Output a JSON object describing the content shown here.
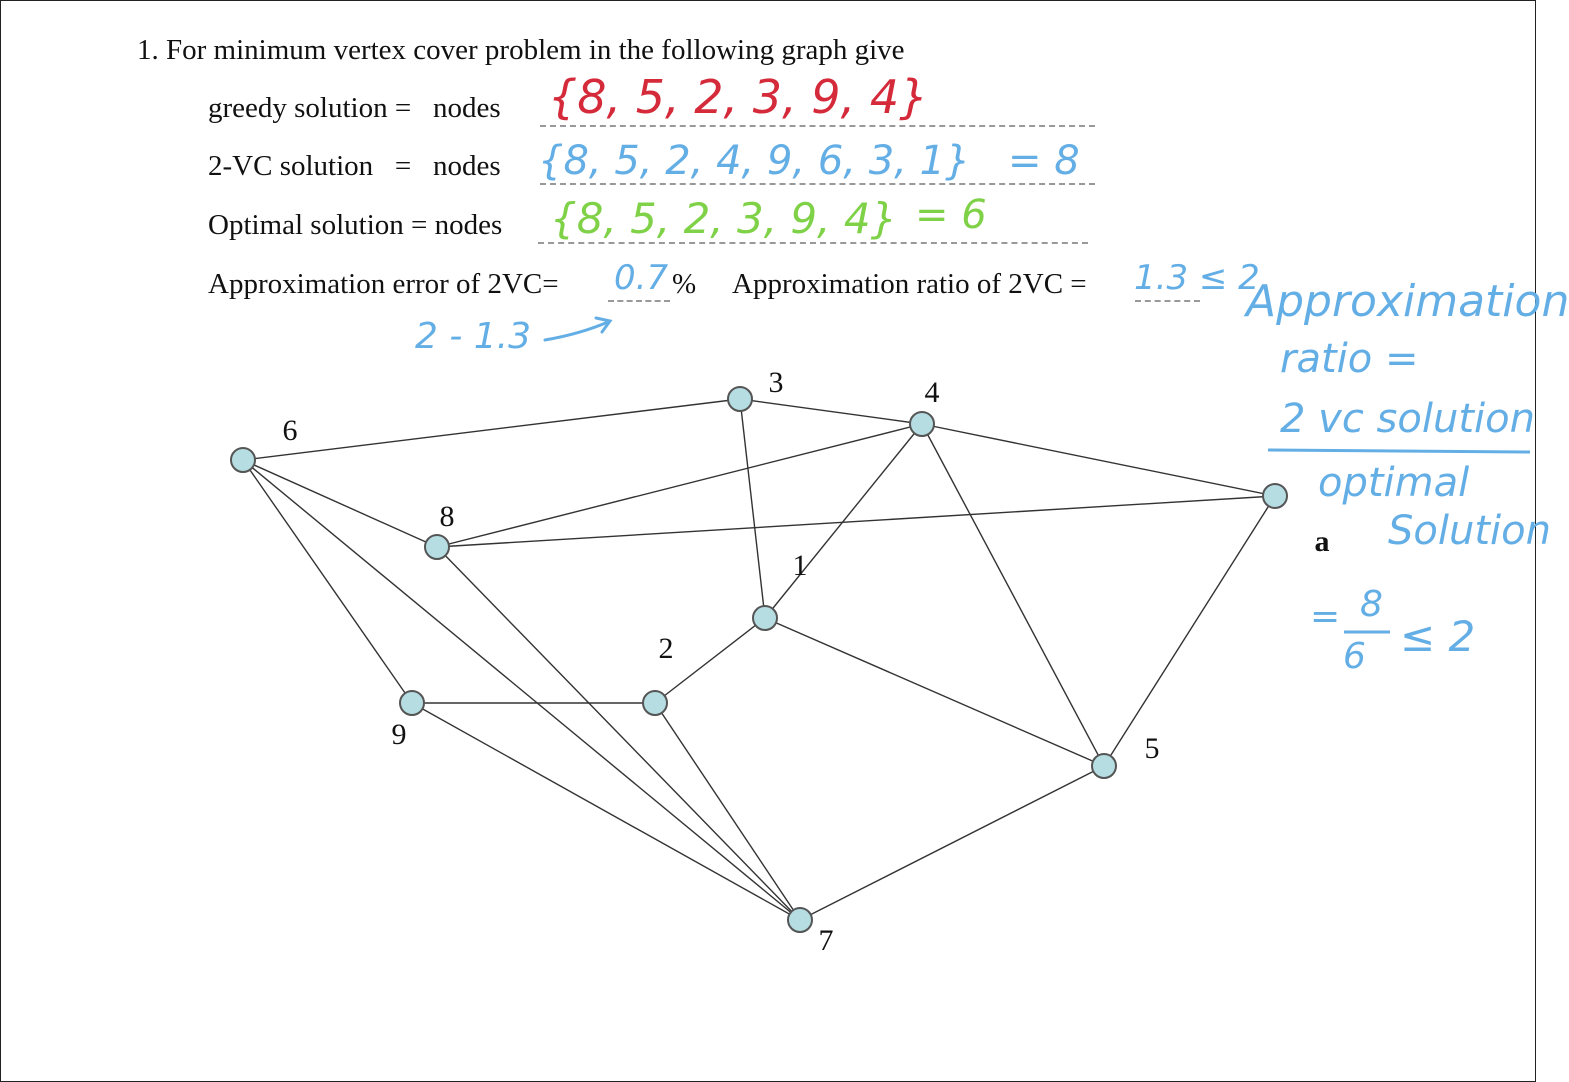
{
  "question": {
    "prefix": "1. For minimum vertex cover problem in the following graph give",
    "greedy_label": "greedy solution =   nodes",
    "vc2_label": "2-VC solution   =   nodes",
    "optimal_label": "Optimal solution = nodes",
    "error_label": "Approximation error of 2VC=",
    "percent": "%",
    "ratio_label": "Approximation ratio of 2VC ="
  },
  "handwriting": {
    "greedy_answer": "{8, 5, 2, 3, 9, 4}",
    "vc2_answer": "{8, 5, 2, 4, 9, 6, 3, 1}",
    "vc2_count": "= 8",
    "optimal_answer": "{8, 5, 2, 3, 9, 4}",
    "optimal_count": "= 6",
    "error_value": "0.7",
    "ratio_value": "1.3 ≤ 2",
    "error_work": "2 - 1.3",
    "side_title": "Approximation",
    "side_ratio": "ratio =",
    "side_numerator": "2 vc solution",
    "side_den_1": "optimal",
    "side_den_2": "Solution",
    "side_eq": "=",
    "side_num": "8",
    "side_den": "6",
    "side_le": "≤ 2",
    "colors": {
      "red": "#d42a3a",
      "blue": "#64aee6",
      "green": "#7fd147"
    }
  },
  "graph": {
    "nodes": [
      {
        "id": "1",
        "label": "1"
      },
      {
        "id": "2",
        "label": "2"
      },
      {
        "id": "3",
        "label": "3"
      },
      {
        "id": "4",
        "label": "4"
      },
      {
        "id": "5",
        "label": "5"
      },
      {
        "id": "6",
        "label": "6"
      },
      {
        "id": "7",
        "label": "7"
      },
      {
        "id": "8",
        "label": "8"
      },
      {
        "id": "9",
        "label": "9"
      },
      {
        "id": "a",
        "label": "a"
      }
    ],
    "edges": [
      [
        "6",
        "3"
      ],
      [
        "3",
        "4"
      ],
      [
        "3",
        "1"
      ],
      [
        "4",
        "8"
      ],
      [
        "4",
        "a"
      ],
      [
        "4",
        "1"
      ],
      [
        "4",
        "5"
      ],
      [
        "6",
        "8"
      ],
      [
        "6",
        "9"
      ],
      [
        "6",
        "7"
      ],
      [
        "8",
        "a"
      ],
      [
        "8",
        "7"
      ],
      [
        "9",
        "2"
      ],
      [
        "9",
        "7"
      ],
      [
        "2",
        "1"
      ],
      [
        "2",
        "7"
      ],
      [
        "1",
        "5"
      ],
      [
        "5",
        "a"
      ],
      [
        "5",
        "7"
      ]
    ]
  }
}
